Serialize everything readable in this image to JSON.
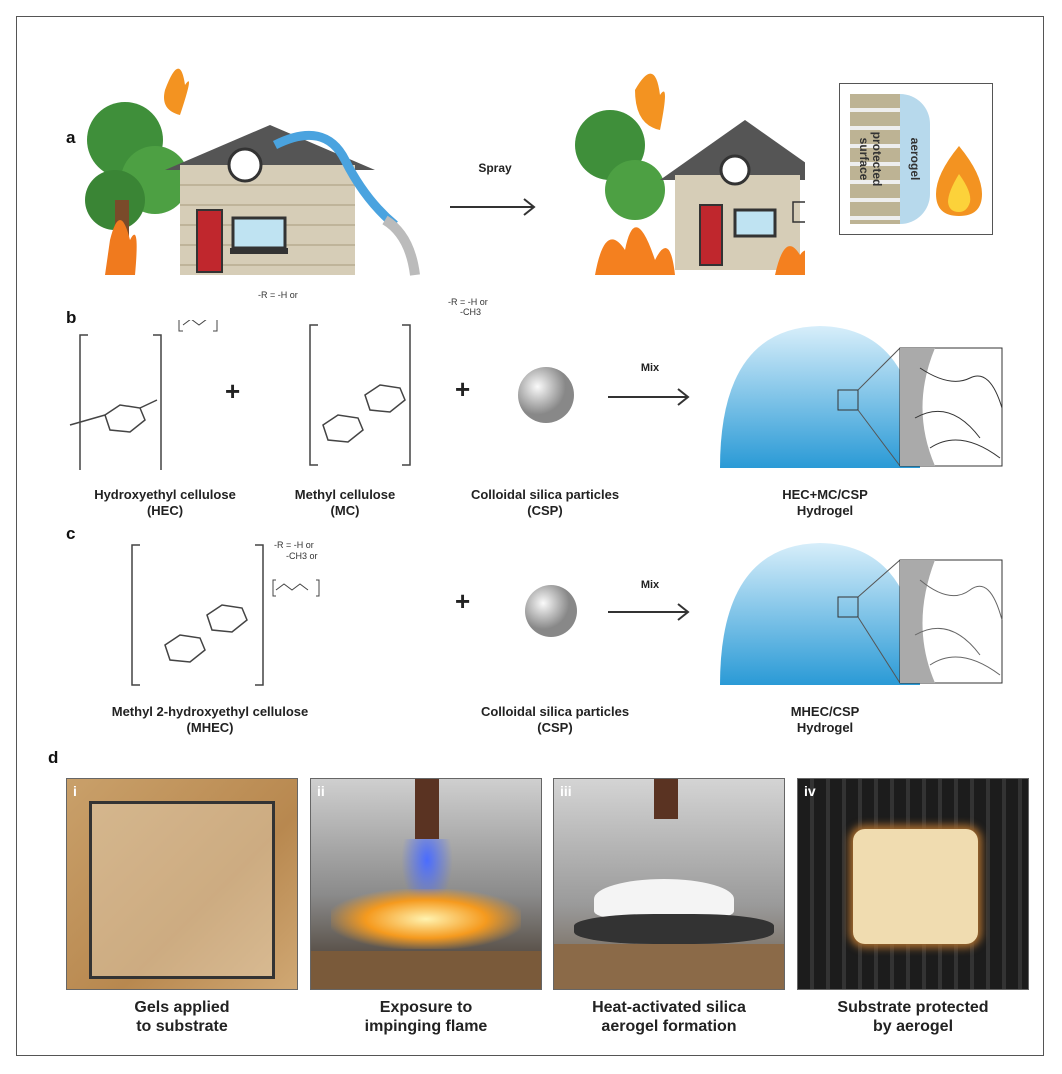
{
  "panels": {
    "a": "a",
    "b": "b",
    "c": "c",
    "d": "d"
  },
  "panel_a": {
    "arrow_label": "Spray",
    "inset_surface": "protected surface",
    "inset_aerogel": "aerogel"
  },
  "panel_b": {
    "hec_r": "-R = -H or",
    "mc_r1": "-R = -H or",
    "mc_r2": "-CH3",
    "hec_name": "Hydroxyethyl cellulose",
    "hec_abbr": "(HEC)",
    "mc_name": "Methyl cellulose",
    "mc_abbr": "(MC)",
    "csp_name": "Colloidal silica particles",
    "csp_abbr": "(CSP)",
    "arrow_label": "Mix",
    "product_1": "HEC+MC/CSP",
    "product_2": "Hydrogel",
    "plus": "+"
  },
  "panel_c": {
    "r1": "-R = -H or",
    "r2": "-CH3 or",
    "mhec_name": "Methyl 2-hydroxyethyl cellulose",
    "mhec_abbr": "(MHEC)",
    "csp_name": "Colloidal silica particles",
    "csp_abbr": "(CSP)",
    "arrow_label": "Mix",
    "product_1": "MHEC/CSP",
    "product_2": "Hydrogel",
    "plus": "+"
  },
  "panel_d": [
    {
      "num": "i",
      "cap1": "Gels applied",
      "cap2": "to substrate"
    },
    {
      "num": "ii",
      "cap1": "Exposure to",
      "cap2": "impinging flame"
    },
    {
      "num": "iii",
      "cap1": "Heat-activated silica",
      "cap2": "aerogel formation"
    },
    {
      "num": "iv",
      "cap1": "Substrate protected",
      "cap2": "by aerogel"
    }
  ]
}
